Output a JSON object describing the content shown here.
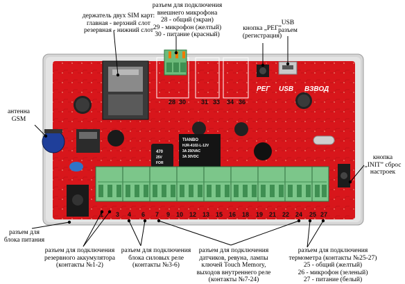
{
  "callouts": {
    "sim": [
      "держатель двух SIM карт:",
      "главная - верхний слот",
      "резервная - нижний слот"
    ],
    "mic": [
      "разъем для подключения",
      "внешнего микрофона",
      "28 - общий (экран)",
      "29 - микрофон (желтый)",
      "30 - питание (красный)"
    ],
    "reg": [
      "кнопка „РЕГ”",
      "(регистрация)"
    ],
    "usb": [
      "USB",
      "разъем"
    ],
    "antenna": [
      "антенна",
      "GSM"
    ],
    "init": [
      "кнопка",
      "„INIT” сброс",
      "настроек"
    ],
    "power": [
      "разъем для",
      "блока питания"
    ],
    "battery": [
      "разъем для подключения",
      "резервного аккумулятора",
      "(контакты №1-2)"
    ],
    "relay": [
      "разъем для подключения",
      "блока силовых реле",
      "(контакты №3-6)"
    ],
    "sensors": [
      "разъем для подключения",
      "датчиков, ревуна, лампы",
      "ключей Touch Memory,",
      "выходов внутреннего реле",
      "(контакты №7-24)"
    ],
    "thermo": [
      "разъем для подключения",
      "термометра (контакты №25-27)",
      "25 - общий (желтый)",
      "26 - микрофон (зеленый)",
      "27 - питание (белый)"
    ]
  },
  "board": {
    "top_numbers": [
      "28",
      "30",
      "31",
      "33",
      "34",
      "36"
    ],
    "top_labels": [
      "РЕГ",
      "USB",
      "ВЗВОД"
    ],
    "bottom_numbers": [
      "1",
      "3",
      "4",
      "6",
      "7",
      "9",
      "10",
      "12",
      "13",
      "15",
      "16",
      "18",
      "19",
      "21",
      "22",
      "24",
      "25",
      "27"
    ],
    "relay_text": [
      "TIANBO",
      "HJR-4102-L-12V",
      "3A 250VAC",
      "3A 30VDC"
    ],
    "cap_text": [
      "470",
      "25V",
      "FOR"
    ]
  },
  "colors": {
    "pcb": "#d8161b",
    "pcb_dark": "#a80e12",
    "case": "#d9d9d9",
    "terminal": "#7cc68a",
    "terminal_dark": "#3f8f52"
  }
}
